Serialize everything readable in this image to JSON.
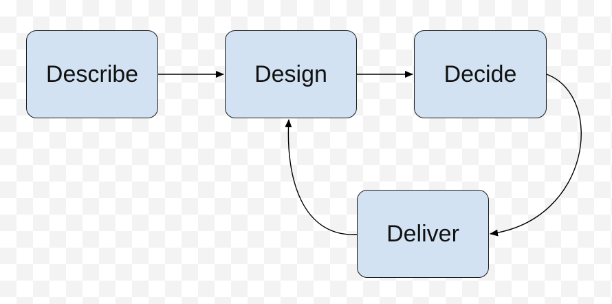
{
  "diagram": {
    "nodes": [
      {
        "id": "describe",
        "label": "Describe"
      },
      {
        "id": "design",
        "label": "Design"
      },
      {
        "id": "decide",
        "label": "Decide"
      },
      {
        "id": "deliver",
        "label": "Deliver"
      }
    ],
    "edges": [
      {
        "from": "describe",
        "to": "design"
      },
      {
        "from": "design",
        "to": "decide"
      },
      {
        "from": "decide",
        "to": "deliver"
      },
      {
        "from": "deliver",
        "to": "design"
      }
    ],
    "colors": {
      "node_fill": "#d2e2f2",
      "node_border": "#1a1a1a",
      "edge": "#000000"
    }
  }
}
